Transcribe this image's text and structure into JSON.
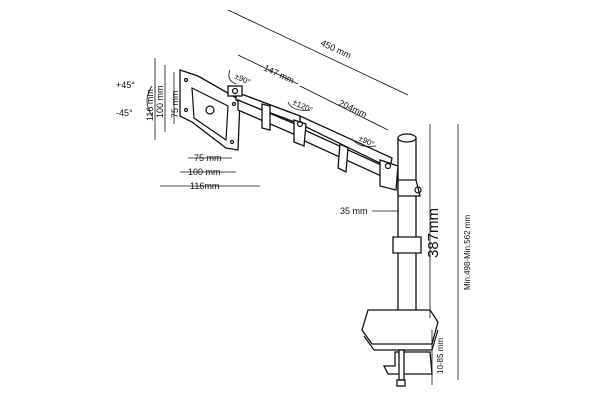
{
  "title": "Monitor arm dimensions diagram",
  "labels": {
    "arm_total": "450 mm",
    "arm_first": "147 mm",
    "arm_second": "204mm",
    "rot_head": "±90°",
    "rot_mid": "±120°",
    "rot_pole": "±90°",
    "tilt_up": "+45°",
    "tilt_down": "-45°",
    "vesa_v116": "116 mm",
    "vesa_v100": "100 mm",
    "vesa_v75": "75 mm",
    "vesa_h75": "75 mm",
    "vesa_h100": "100 mm",
    "vesa_h116": "116mm",
    "pole_diameter": "35 mm",
    "pole_height": "387mm",
    "total_height": "Min:498-Min:562 mm",
    "clamp_range": "10-85 mm"
  }
}
